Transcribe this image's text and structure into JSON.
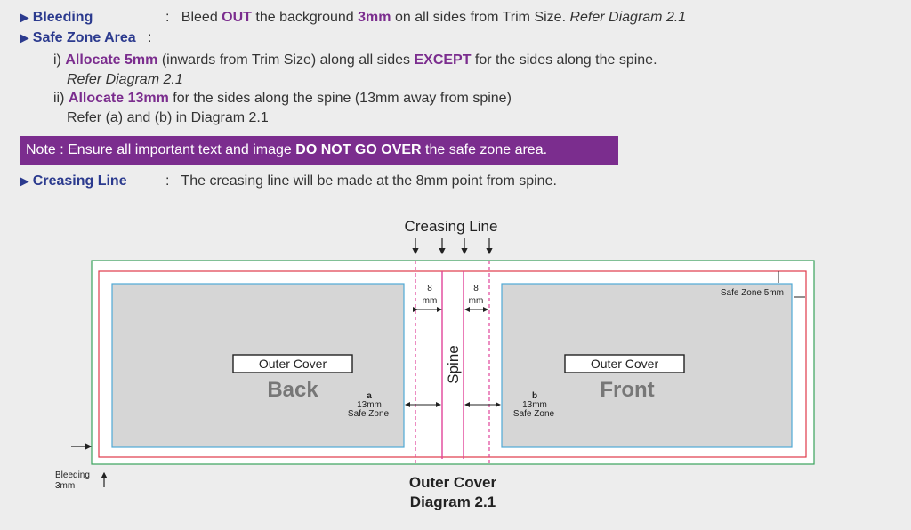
{
  "bleeding": {
    "label": "Bleeding",
    "sep": ":",
    "t1": "Bleed ",
    "h1": "OUT",
    "t2": " the background ",
    "h2": "3mm",
    "t3": " on all sides from Trim Size. ",
    "ref": "Refer Diagram 2.1"
  },
  "safe_zone": {
    "label": "Safe Zone Area",
    "sep": ":",
    "item1": {
      "prefix": "i) ",
      "h1": "Allocate 5mm",
      "t1": " (inwards from Trim Size) along all sides ",
      "h2": "EXCEPT",
      "t2": " for the sides along the spine.",
      "ref": "Refer Diagram 2.1"
    },
    "item2": {
      "prefix": "ii) ",
      "h1": "Allocate 13mm",
      "t1": " for the sides along the spine (13mm away from spine)",
      "ref": "Refer (a) and (b) in Diagram 2.1"
    }
  },
  "note": {
    "t1": "Note : Ensure all important text and image ",
    "h1": "DO NOT GO OVER",
    "t2": " the safe zone area."
  },
  "creasing": {
    "label": "Creasing Line",
    "sep": ":",
    "text": "The creasing line will be made at the 8mm point from spine."
  },
  "diagram": {
    "creasing_title": "Creasing Line",
    "dim_8": "8",
    "dim_mm": "mm",
    "spine": "Spine",
    "outer_cover_box": "Outer Cover",
    "back": "Back",
    "front": "Front",
    "label_a": "a",
    "label_b": "b",
    "dim_13mm": "13mm",
    "safe_zone_text": "Safe Zone",
    "safe_zone_5mm": "Safe Zone 5mm",
    "bleeding": "Bleeding",
    "bleeding_3mm": "3mm",
    "caption1": "Outer Cover",
    "caption2": "Diagram 2.1"
  },
  "colors": {
    "purple": "#7b2d8e",
    "navy": "#2b3a8e",
    "bleed_line": "#3aa35c",
    "trim_line": "#e0394a",
    "safe_line": "#4fa9d6",
    "crease_line": "#e0449a",
    "panel_fill": "#d6d6d6"
  }
}
